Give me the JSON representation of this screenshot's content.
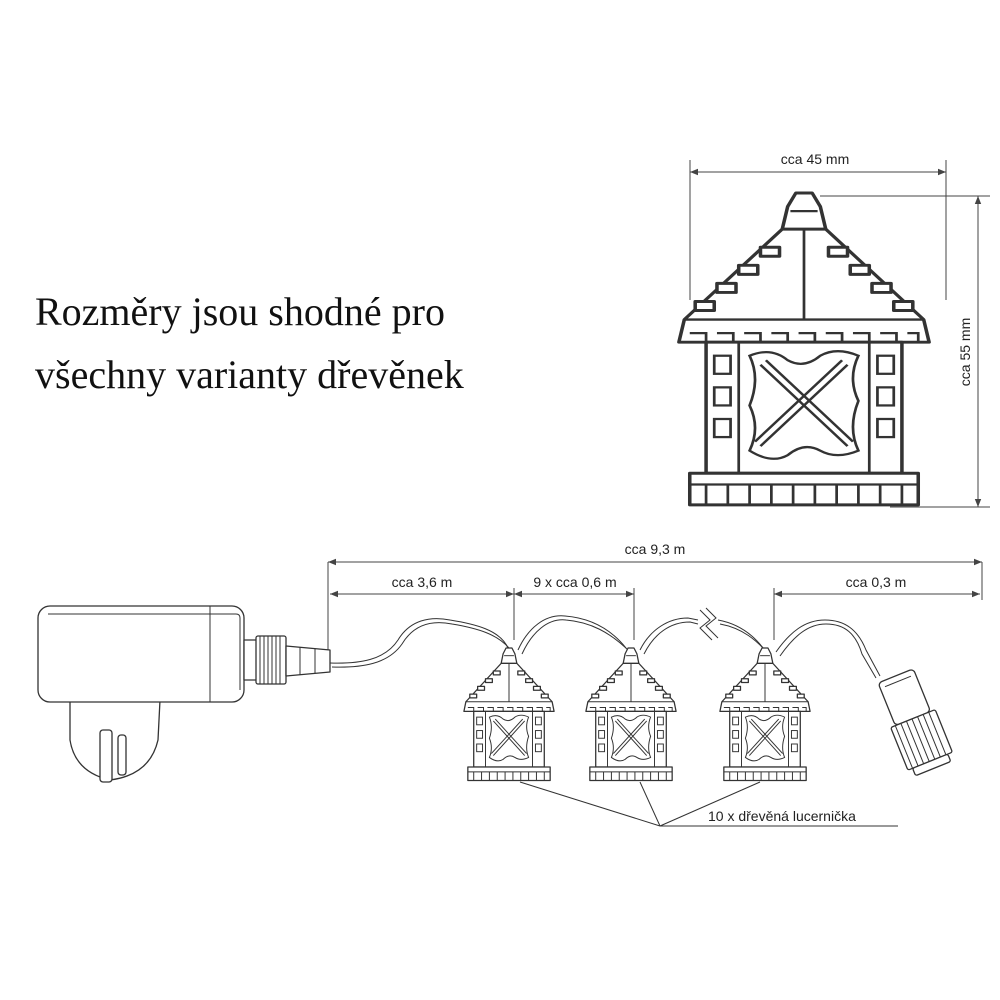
{
  "heading": {
    "line1": "Rozměry jsou shodné pro",
    "line2": "všechny varianty dřevěnek"
  },
  "lantern_dims": {
    "width": "cca 45 mm",
    "height": "cca 55 mm"
  },
  "string_dims": {
    "total": "cca 9,3 m",
    "lead_cable": "cca 3,6 m",
    "spacing": "9 x cca 0,6 m",
    "tail": "cca 0,3 m"
  },
  "callout": "10 x dřevěná lucernička"
}
